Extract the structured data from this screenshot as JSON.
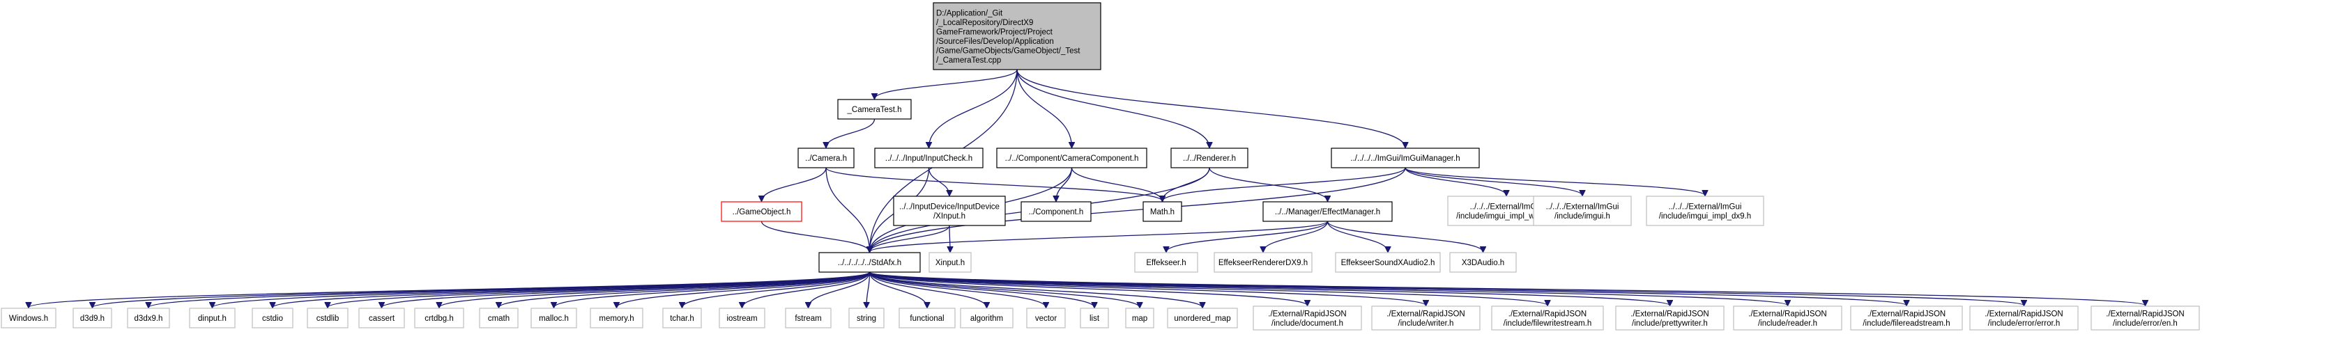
{
  "diagram": {
    "colors": {
      "edge": "#191970",
      "border_default": "#000000",
      "border_missing": "#ff0000",
      "border_external": "#bfbfbf",
      "fill_default": "#ffffff",
      "fill_root": "#bfbfbf"
    },
    "nodes": [
      {
        "id": "root",
        "kind": "root",
        "lines": [
          "D:/Application/_Git",
          "/_LocalRepository/DirectX9",
          "GameFramework/Project/Project",
          "/SourceFiles/Develop/Application",
          "/Game/GameObjects/GameObject/_Test",
          "/_CameraTest.cpp"
        ]
      },
      {
        "id": "cameratest_h",
        "kind": "default",
        "lines": [
          "_CameraTest.h"
        ]
      },
      {
        "id": "camera_h",
        "kind": "default",
        "lines": [
          "../Camera.h"
        ]
      },
      {
        "id": "inputcheck_h",
        "kind": "default",
        "lines": [
          "../../../Input/InputCheck.h"
        ]
      },
      {
        "id": "cameracomponent_h",
        "kind": "default",
        "lines": [
          "../../Component/CameraComponent.h"
        ]
      },
      {
        "id": "renderer_h",
        "kind": "default",
        "lines": [
          "../../Renderer.h"
        ]
      },
      {
        "id": "imguimanager_h",
        "kind": "default",
        "lines": [
          "../../../../ImGui/ImGuiManager.h"
        ]
      },
      {
        "id": "gameobject_h",
        "kind": "missing",
        "lines": [
          "../GameObject.h"
        ]
      },
      {
        "id": "xinput_dev_h",
        "kind": "default",
        "lines": [
          "../../InputDevice/InputDevice",
          "/XInput.h"
        ]
      },
      {
        "id": "component_h",
        "kind": "default",
        "lines": [
          "../Component.h"
        ]
      },
      {
        "id": "math_h",
        "kind": "default",
        "lines": [
          "Math.h"
        ]
      },
      {
        "id": "effectmanager_h",
        "kind": "default",
        "lines": [
          "../../Manager/EffectManager.h"
        ]
      },
      {
        "id": "imgui_win32_h",
        "kind": "external",
        "lines": [
          "../../../External/ImGui",
          "/include/imgui_impl_win32.h"
        ]
      },
      {
        "id": "imgui_h",
        "kind": "external",
        "lines": [
          "../../../External/ImGui",
          "/include/imgui.h"
        ]
      },
      {
        "id": "imgui_dx9_h",
        "kind": "external",
        "lines": [
          "../../../External/ImGui",
          "/include/imgui_impl_dx9.h"
        ]
      },
      {
        "id": "stdafx_h",
        "kind": "default",
        "lines": [
          "../../../../../StdAfx.h"
        ]
      },
      {
        "id": "xinput_h",
        "kind": "external",
        "lines": [
          "Xinput.h"
        ]
      },
      {
        "id": "effekseer_h",
        "kind": "external",
        "lines": [
          "Effekseer.h"
        ]
      },
      {
        "id": "effekseerdx9_h",
        "kind": "external",
        "lines": [
          "EffekseerRendererDX9.h"
        ]
      },
      {
        "id": "effekseerxa2_h",
        "kind": "external",
        "lines": [
          "EffekseerSoundXAudio2.h"
        ]
      },
      {
        "id": "x3daudio_h",
        "kind": "external",
        "lines": [
          "X3DAudio.h"
        ]
      },
      {
        "id": "windows_h",
        "kind": "external",
        "lines": [
          "Windows.h"
        ]
      },
      {
        "id": "d3d9_h",
        "kind": "external",
        "lines": [
          "d3d9.h"
        ]
      },
      {
        "id": "d3dx9_h",
        "kind": "external",
        "lines": [
          "d3dx9.h"
        ]
      },
      {
        "id": "dinput_h",
        "kind": "external",
        "lines": [
          "dinput.h"
        ]
      },
      {
        "id": "cstdio",
        "kind": "external",
        "lines": [
          "cstdio"
        ]
      },
      {
        "id": "cstdlib",
        "kind": "external",
        "lines": [
          "cstdlib"
        ]
      },
      {
        "id": "cassert",
        "kind": "external",
        "lines": [
          "cassert"
        ]
      },
      {
        "id": "crtdbg_h",
        "kind": "external",
        "lines": [
          "crtdbg.h"
        ]
      },
      {
        "id": "cmath",
        "kind": "external",
        "lines": [
          "cmath"
        ]
      },
      {
        "id": "malloc_h",
        "kind": "external",
        "lines": [
          "malloc.h"
        ]
      },
      {
        "id": "memory_h",
        "kind": "external",
        "lines": [
          "memory.h"
        ]
      },
      {
        "id": "tchar_h",
        "kind": "external",
        "lines": [
          "tchar.h"
        ]
      },
      {
        "id": "iostream",
        "kind": "external",
        "lines": [
          "iostream"
        ]
      },
      {
        "id": "fstream",
        "kind": "external",
        "lines": [
          "fstream"
        ]
      },
      {
        "id": "string",
        "kind": "external",
        "lines": [
          "string"
        ]
      },
      {
        "id": "functional",
        "kind": "external",
        "lines": [
          "functional"
        ]
      },
      {
        "id": "algorithm",
        "kind": "external",
        "lines": [
          "algorithm"
        ]
      },
      {
        "id": "vector",
        "kind": "external",
        "lines": [
          "vector"
        ]
      },
      {
        "id": "list",
        "kind": "external",
        "lines": [
          "list"
        ]
      },
      {
        "id": "map",
        "kind": "external",
        "lines": [
          "map"
        ]
      },
      {
        "id": "unordered_map",
        "kind": "external",
        "lines": [
          "unordered_map"
        ]
      },
      {
        "id": "rj_document_h",
        "kind": "external",
        "lines": [
          "./External/RapidJSON",
          "/include/document.h"
        ]
      },
      {
        "id": "rj_writer_h",
        "kind": "external",
        "lines": [
          "./External/RapidJSON",
          "/include/writer.h"
        ]
      },
      {
        "id": "rj_filewritestream_h",
        "kind": "external",
        "lines": [
          "./External/RapidJSON",
          "/include/filewritestream.h"
        ]
      },
      {
        "id": "rj_prettywriter_h",
        "kind": "external",
        "lines": [
          "./External/RapidJSON",
          "/include/prettywriter.h"
        ]
      },
      {
        "id": "rj_reader_h",
        "kind": "external",
        "lines": [
          "./External/RapidJSON",
          "/include/reader.h"
        ]
      },
      {
        "id": "rj_filereadstream_h",
        "kind": "external",
        "lines": [
          "./External/RapidJSON",
          "/include/filereadstream.h"
        ]
      },
      {
        "id": "rj_error_h",
        "kind": "external",
        "lines": [
          "./External/RapidJSON",
          "/include/error/error.h"
        ]
      },
      {
        "id": "rj_en_h",
        "kind": "external",
        "lines": [
          "./External/RapidJSON",
          "/include/error/en.h"
        ]
      }
    ],
    "edges": [
      [
        "root",
        "cameratest_h"
      ],
      [
        "root",
        "inputcheck_h"
      ],
      [
        "root",
        "cameracomponent_h"
      ],
      [
        "root",
        "renderer_h"
      ],
      [
        "root",
        "imguimanager_h"
      ],
      [
        "root",
        "stdafx_h"
      ],
      [
        "cameratest_h",
        "camera_h"
      ],
      [
        "camera_h",
        "gameobject_h"
      ],
      [
        "camera_h",
        "stdafx_h"
      ],
      [
        "camera_h",
        "math_h"
      ],
      [
        "gameobject_h",
        "stdafx_h"
      ],
      [
        "inputcheck_h",
        "xinput_dev_h"
      ],
      [
        "inputcheck_h",
        "stdafx_h"
      ],
      [
        "xinput_dev_h",
        "stdafx_h"
      ],
      [
        "xinput_dev_h",
        "xinput_h"
      ],
      [
        "cameracomponent_h",
        "component_h"
      ],
      [
        "cameracomponent_h",
        "math_h"
      ],
      [
        "cameracomponent_h",
        "stdafx_h"
      ],
      [
        "renderer_h",
        "math_h"
      ],
      [
        "renderer_h",
        "effectmanager_h"
      ],
      [
        "renderer_h",
        "stdafx_h"
      ],
      [
        "imguimanager_h",
        "math_h"
      ],
      [
        "imguimanager_h",
        "stdafx_h"
      ],
      [
        "imguimanager_h",
        "imgui_win32_h"
      ],
      [
        "imguimanager_h",
        "imgui_h"
      ],
      [
        "imguimanager_h",
        "imgui_dx9_h"
      ],
      [
        "effectmanager_h",
        "stdafx_h"
      ],
      [
        "effectmanager_h",
        "effekseer_h"
      ],
      [
        "effectmanager_h",
        "effekseerdx9_h"
      ],
      [
        "effectmanager_h",
        "effekseerxa2_h"
      ],
      [
        "effectmanager_h",
        "x3daudio_h"
      ],
      [
        "stdafx_h",
        "windows_h"
      ],
      [
        "stdafx_h",
        "d3d9_h"
      ],
      [
        "stdafx_h",
        "d3dx9_h"
      ],
      [
        "stdafx_h",
        "dinput_h"
      ],
      [
        "stdafx_h",
        "cstdio"
      ],
      [
        "stdafx_h",
        "cstdlib"
      ],
      [
        "stdafx_h",
        "cassert"
      ],
      [
        "stdafx_h",
        "crtdbg_h"
      ],
      [
        "stdafx_h",
        "cmath"
      ],
      [
        "stdafx_h",
        "malloc_h"
      ],
      [
        "stdafx_h",
        "memory_h"
      ],
      [
        "stdafx_h",
        "tchar_h"
      ],
      [
        "stdafx_h",
        "iostream"
      ],
      [
        "stdafx_h",
        "fstream"
      ],
      [
        "stdafx_h",
        "string"
      ],
      [
        "stdafx_h",
        "functional"
      ],
      [
        "stdafx_h",
        "algorithm"
      ],
      [
        "stdafx_h",
        "vector"
      ],
      [
        "stdafx_h",
        "list"
      ],
      [
        "stdafx_h",
        "map"
      ],
      [
        "stdafx_h",
        "unordered_map"
      ],
      [
        "stdafx_h",
        "rj_document_h"
      ],
      [
        "stdafx_h",
        "rj_writer_h"
      ],
      [
        "stdafx_h",
        "rj_filewritestream_h"
      ],
      [
        "stdafx_h",
        "rj_prettywriter_h"
      ],
      [
        "stdafx_h",
        "rj_reader_h"
      ],
      [
        "stdafx_h",
        "rj_filereadstream_h"
      ],
      [
        "stdafx_h",
        "rj_error_h"
      ],
      [
        "stdafx_h",
        "rj_en_h"
      ]
    ]
  }
}
